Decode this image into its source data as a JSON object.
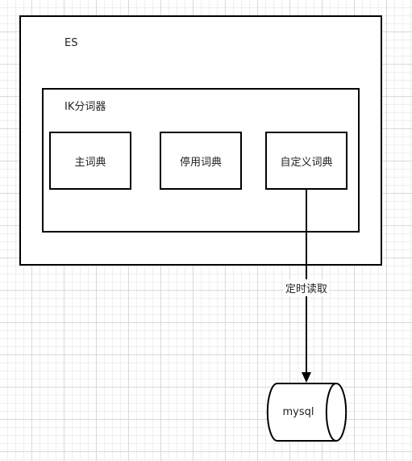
{
  "es": {
    "label": "ES"
  },
  "ik": {
    "label": "IK分词器"
  },
  "dictionaries": {
    "main": "主词典",
    "stop": "停用词典",
    "custom": "自定义词典"
  },
  "edge": {
    "label": "定时读取"
  },
  "database": {
    "label": "mysql"
  }
}
